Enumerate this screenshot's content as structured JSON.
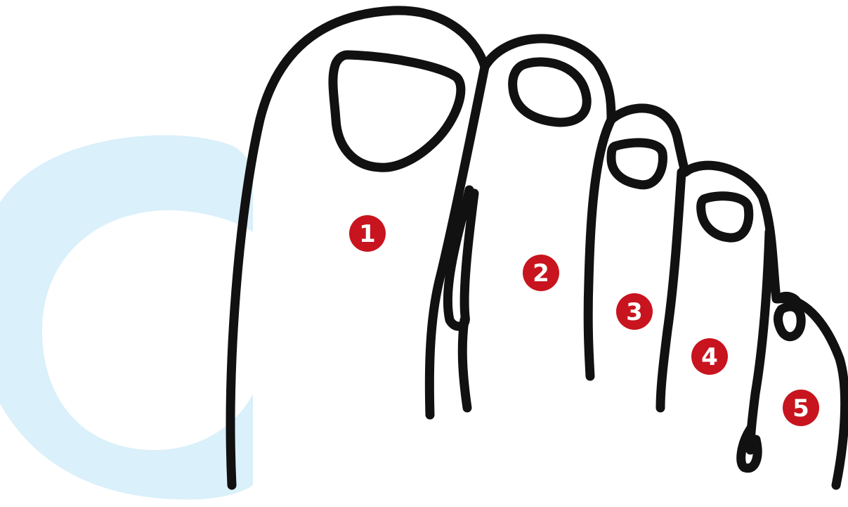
{
  "colors": {
    "background": "#ffffff",
    "swirl": "#daf0fa",
    "outline": "#111111",
    "marker": "#c8141e",
    "marker_text": "#ffffff"
  },
  "toes": [
    {
      "number": "1"
    },
    {
      "number": "2"
    },
    {
      "number": "3"
    },
    {
      "number": "4"
    },
    {
      "number": "5"
    }
  ]
}
